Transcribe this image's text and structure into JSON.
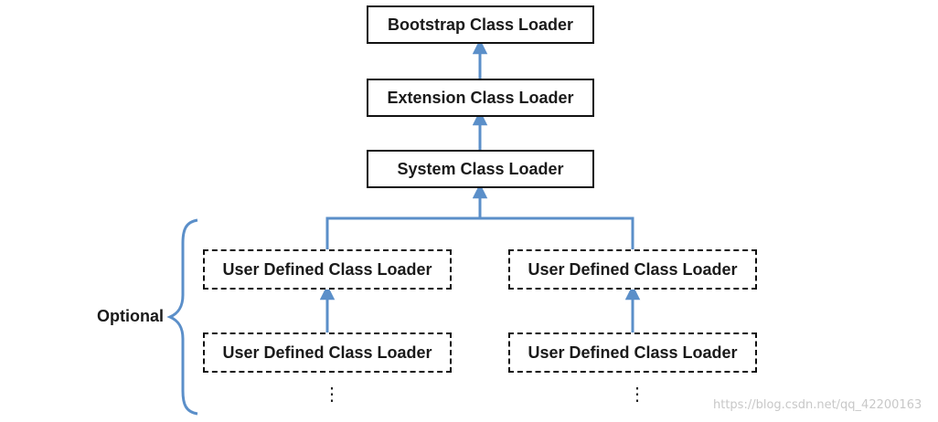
{
  "nodes": {
    "bootstrap": "Bootstrap Class Loader",
    "extension": "Extension Class Loader",
    "system": "System Class Loader",
    "user_left_top": "User Defined Class Loader",
    "user_right_top": "User Defined Class Loader",
    "user_left_bottom": "User Defined Class Loader",
    "user_right_bottom": "User Defined Class Loader"
  },
  "optional_label": "Optional",
  "continuation": "⋮",
  "watermark": "https://blog.csdn.net/qq_42200163",
  "colors": {
    "arrow": "#5b8fc9",
    "brace": "#5b8fc9",
    "border": "#111111"
  }
}
